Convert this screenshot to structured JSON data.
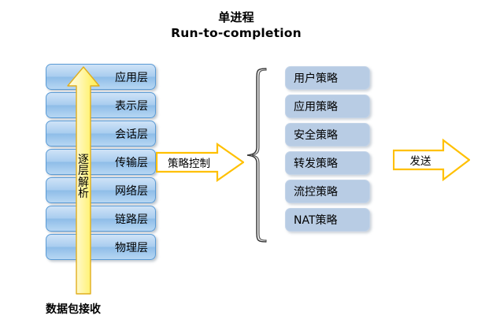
{
  "title": {
    "line1": "单进程",
    "line2": "Run-to-completion"
  },
  "layer_stack": {
    "name": "osi-layer-stack",
    "items": [
      {
        "label": "应用层"
      },
      {
        "label": "表示层"
      },
      {
        "label": "会话层"
      },
      {
        "label": "传输层"
      },
      {
        "label": "网络层"
      },
      {
        "label": "链路层"
      },
      {
        "label": "物理层"
      }
    ]
  },
  "parse_arrow": {
    "label_chars": [
      "逐",
      "层",
      "解",
      "析"
    ],
    "label": "逐层解析",
    "direction": "up",
    "fill": "#FFF4A0",
    "stroke": "#E8B923"
  },
  "packet_receive": {
    "label": "数据包接收"
  },
  "policy_arrow": {
    "label": "策略控制",
    "direction": "right",
    "fill": "#FFFFFF",
    "stroke": "#FFC000"
  },
  "brace": {
    "name": "policy-group-brace",
    "fill": "#E8E8E8",
    "stroke": "#595959"
  },
  "policy_list": {
    "name": "policy-list",
    "items": [
      {
        "label": "用户策略"
      },
      {
        "label": "应用策略"
      },
      {
        "label": "安全策略"
      },
      {
        "label": "转发策略"
      },
      {
        "label": "流控策略"
      },
      {
        "label": "NAT策略"
      }
    ]
  },
  "send_arrow": {
    "label": "发送",
    "direction": "right",
    "fill": "#FFFFFF",
    "stroke": "#FFC000"
  },
  "colors": {
    "layer_box_border": "#5B9BD5",
    "layer_box_fill": "#A9CDEF",
    "policy_box_fill": "#B8CCE4",
    "arrow_gold": "#FFC000",
    "arrow_yellow": "#FFF47F",
    "background": "#FFFFFF"
  }
}
